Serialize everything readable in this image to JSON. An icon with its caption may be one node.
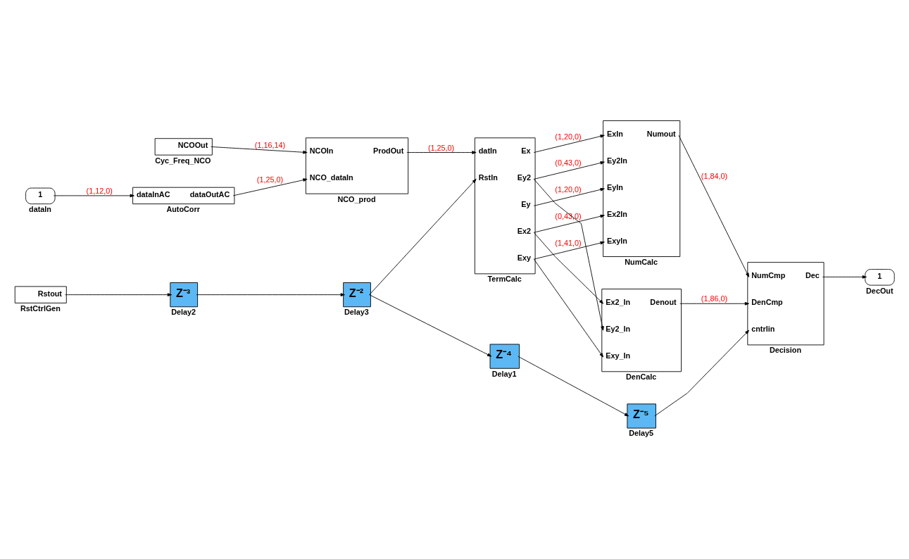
{
  "diagram": {
    "nodes": [
      {
        "text": [
          "1",
          "dataIn"
        ]
      },
      {
        "text": [
          "dataInAC",
          "dataOutAC",
          "AutoCorr"
        ]
      },
      {
        "text": [
          "NCOOut",
          "Cyc_Freq_NCO"
        ]
      },
      {
        "text": [
          "NCOIn",
          "NCO_dataIn",
          "ProdOut",
          "NCO_prod"
        ]
      },
      {
        "text": [
          "Rstout",
          "RstCtrlGen"
        ]
      },
      {
        "text": [
          "Z⁻³",
          "Delay2"
        ]
      },
      {
        "text": [
          "Z⁻²",
          "Delay3"
        ]
      },
      {
        "text": [
          "datIn",
          "RstIn",
          "Ex",
          "Ey2",
          "Ey",
          "Ex2",
          "Exy",
          "TermCalc"
        ]
      },
      {
        "text": [
          "ExIn",
          "Ey2In",
          "EyIn",
          "Ex2In",
          "ExyIn",
          "Numout",
          "NumCalc"
        ]
      },
      {
        "text": [
          "Ex2_In",
          "Ey2_In",
          "Exy_In",
          "Denout",
          "DenCalc"
        ]
      },
      {
        "text": [
          "Z⁻⁴",
          "Delay1"
        ]
      },
      {
        "text": [
          "Z⁻⁵",
          "Delay5"
        ]
      },
      {
        "text": [
          "NumCmp",
          "DenCmp",
          "cntrlin",
          "Dec",
          "Decision"
        ]
      },
      {
        "text": [
          "1",
          "DecOut"
        ]
      }
    ],
    "edges": [
      {
        "from": 0,
        "to": 1,
        "arrow": "to",
        "label": "(1,12,0)"
      },
      {
        "from": 2,
        "to": 3,
        "arrow": "to",
        "label": "(1,16,14)"
      },
      {
        "from": 1,
        "to": 3,
        "arrow": "to",
        "label": "(1,25,0)"
      },
      {
        "from": 3,
        "to": 7,
        "arrow": "to",
        "label": "(1,25,0)"
      },
      {
        "from": 4,
        "to": 5,
        "arrow": "to"
      },
      {
        "from": 5,
        "to": 6,
        "arrow": "to"
      },
      {
        "from": 6,
        "to": 7,
        "arrow": "to"
      },
      {
        "from": 6,
        "to": 10,
        "arrow": "to"
      },
      {
        "from": 10,
        "to": 11,
        "arrow": "to"
      },
      {
        "from": 11,
        "to": 12,
        "arrow": "to"
      },
      {
        "from": 7,
        "to": 8,
        "arrow": "to",
        "label": "(1,20,0)"
      },
      {
        "from": 7,
        "to": 8,
        "arrow": "to",
        "label": "(0,43,0)"
      },
      {
        "from": 7,
        "to": 8,
        "arrow": "to",
        "label": "(1,20,0)"
      },
      {
        "from": 7,
        "to": 8,
        "arrow": "to",
        "label": "(0,43,0)"
      },
      {
        "from": 7,
        "to": 8,
        "arrow": "to",
        "label": "(1,41,0)"
      },
      {
        "from": 7,
        "to": 9,
        "arrow": "to"
      },
      {
        "from": 7,
        "to": 9,
        "arrow": "to"
      },
      {
        "from": 7,
        "to": 9,
        "arrow": "to"
      },
      {
        "from": 8,
        "to": 12,
        "arrow": "to",
        "label": "(1,84,0)"
      },
      {
        "from": 9,
        "to": 12,
        "arrow": "to",
        "label": "(1,86,0)"
      },
      {
        "from": 12,
        "to": 13,
        "arrow": "to"
      }
    ]
  }
}
